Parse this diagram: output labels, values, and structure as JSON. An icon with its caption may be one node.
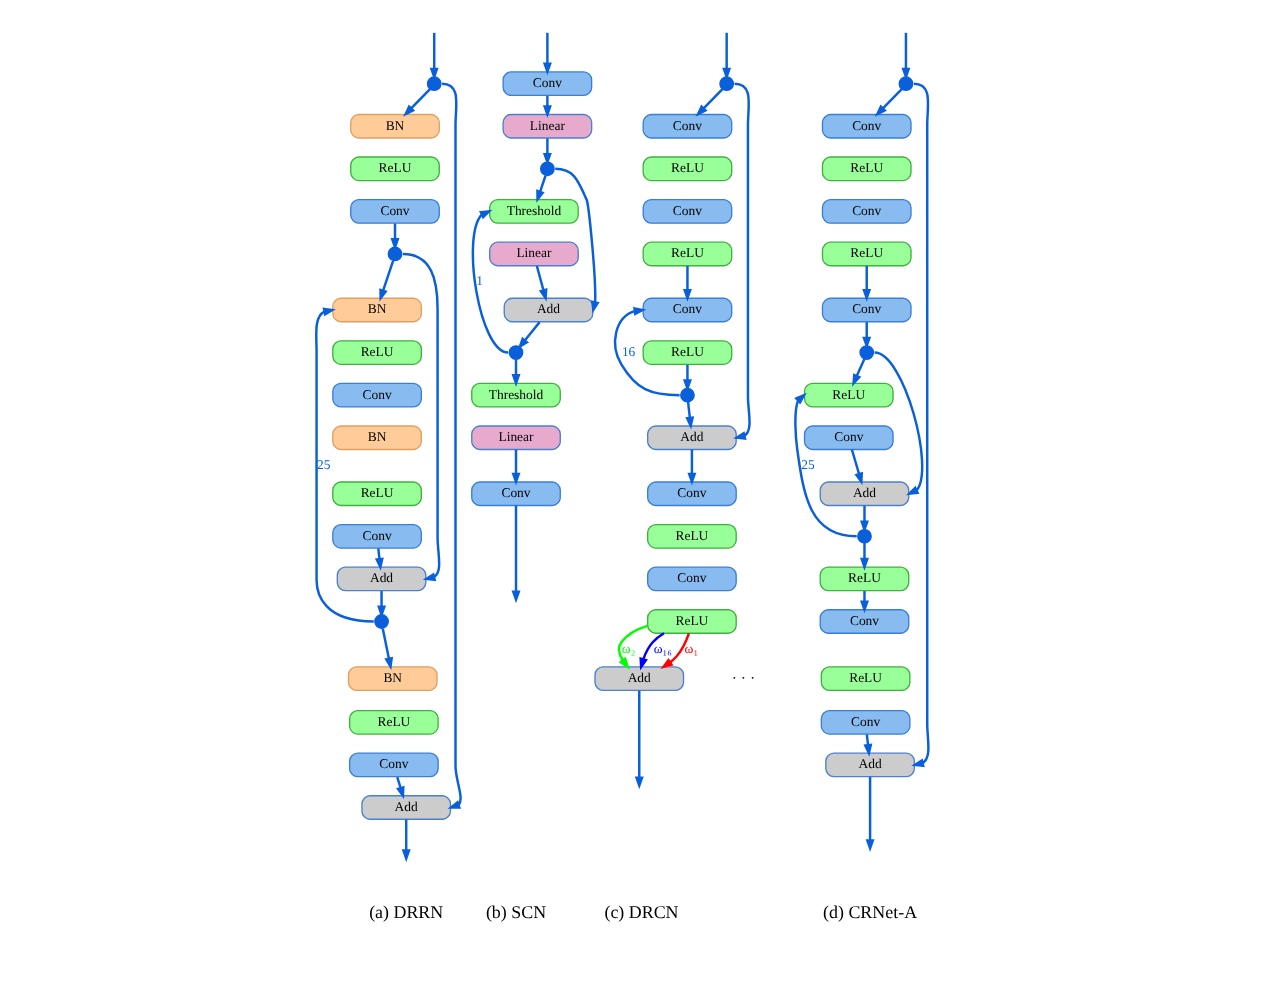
{
  "diagram": {
    "nodes": [
      {
        "text": [],
        "shape": "circle"
      },
      {
        "text": [
          "BN"
        ]
      },
      {
        "text": [
          "ReLU"
        ]
      },
      {
        "text": [
          "Conv"
        ]
      },
      {
        "text": [],
        "shape": "circle"
      },
      {
        "text": [
          "BN"
        ]
      },
      {
        "text": [
          "ReLU"
        ]
      },
      {
        "text": [
          "Conv"
        ]
      },
      {
        "text": [
          "BN"
        ]
      },
      {
        "text": [
          "ReLU"
        ]
      },
      {
        "text": [
          "Conv"
        ]
      },
      {
        "text": [
          "Add"
        ]
      },
      {
        "text": [],
        "shape": "circle"
      },
      {
        "text": [
          "BN"
        ]
      },
      {
        "text": [
          "ReLU"
        ]
      },
      {
        "text": [
          "Conv"
        ]
      },
      {
        "text": [
          "Add"
        ]
      },
      {
        "text": [
          "Conv"
        ]
      },
      {
        "text": [
          "Linear"
        ]
      },
      {
        "text": [],
        "shape": "circle"
      },
      {
        "text": [
          "Threshold"
        ]
      },
      {
        "text": [
          "Linear"
        ]
      },
      {
        "text": [
          "Add"
        ]
      },
      {
        "text": [],
        "shape": "circle"
      },
      {
        "text": [
          "Threshold"
        ]
      },
      {
        "text": [
          "Linear"
        ]
      },
      {
        "text": [
          "Conv"
        ]
      },
      {
        "text": [],
        "shape": "circle"
      },
      {
        "text": [
          "Conv"
        ]
      },
      {
        "text": [
          "ReLU"
        ]
      },
      {
        "text": [
          "Conv"
        ]
      },
      {
        "text": [
          "ReLU"
        ]
      },
      {
        "text": [
          "Conv"
        ]
      },
      {
        "text": [
          "ReLU"
        ]
      },
      {
        "text": [],
        "shape": "circle"
      },
      {
        "text": [
          "Add"
        ]
      },
      {
        "text": [
          "Conv"
        ]
      },
      {
        "text": [
          "ReLU"
        ]
      },
      {
        "text": [
          "Conv"
        ]
      },
      {
        "text": [
          "ReLU"
        ]
      },
      {
        "text": [
          "Add"
        ]
      },
      {
        "text": [],
        "shape": "circle"
      },
      {
        "text": [
          "Conv"
        ]
      },
      {
        "text": [
          "ReLU"
        ]
      },
      {
        "text": [
          "Conv"
        ]
      },
      {
        "text": [
          "ReLU"
        ]
      },
      {
        "text": [
          "Conv"
        ]
      },
      {
        "text": [],
        "shape": "circle"
      },
      {
        "text": [
          "ReLU"
        ]
      },
      {
        "text": [
          "Conv"
        ]
      },
      {
        "text": [
          "Add"
        ]
      },
      {
        "text": [],
        "shape": "circle"
      },
      {
        "text": [
          "ReLU"
        ]
      },
      {
        "text": [
          "Conv"
        ]
      },
      {
        "text": [
          "ReLU"
        ]
      },
      {
        "text": [
          "Conv"
        ]
      },
      {
        "text": [
          "Add"
        ]
      }
    ],
    "edges": [
      {
        "from": null,
        "to": 0,
        "arrow": "to"
      },
      {
        "from": 0,
        "to": 1,
        "arrow": "to"
      },
      {
        "from": 3,
        "to": 4,
        "arrow": "to"
      },
      {
        "from": 4,
        "to": 5,
        "arrow": "to"
      },
      {
        "from": 4,
        "to": 11,
        "arrow": "to"
      },
      {
        "from": 10,
        "to": 11,
        "arrow": "to"
      },
      {
        "from": 11,
        "to": 12,
        "arrow": "to"
      },
      {
        "from": 12,
        "to": 5,
        "arrow": "to",
        "label": "25"
      },
      {
        "from": 12,
        "to": 13,
        "arrow": "to"
      },
      {
        "from": 15,
        "to": 16,
        "arrow": "to"
      },
      {
        "from": 0,
        "to": 16,
        "arrow": "to"
      },
      {
        "from": 16,
        "to": null,
        "arrow": "to"
      },
      {
        "from": null,
        "to": 17,
        "arrow": "to"
      },
      {
        "from": 17,
        "to": 18,
        "arrow": "to"
      },
      {
        "from": 18,
        "to": 19,
        "arrow": "to"
      },
      {
        "from": 19,
        "to": 20,
        "arrow": "to"
      },
      {
        "from": 19,
        "to": 22,
        "arrow": "to"
      },
      {
        "from": 21,
        "to": 22,
        "arrow": "to"
      },
      {
        "from": 22,
        "to": 23,
        "arrow": "to"
      },
      {
        "from": 23,
        "to": 20,
        "arrow": "to",
        "label": "1"
      },
      {
        "from": 23,
        "to": 24,
        "arrow": "to"
      },
      {
        "from": 25,
        "to": 26,
        "arrow": "to"
      },
      {
        "from": 26,
        "to": null,
        "arrow": "to"
      },
      {
        "from": null,
        "to": 27,
        "arrow": "to"
      },
      {
        "from": 27,
        "to": 28,
        "arrow": "to"
      },
      {
        "from": 31,
        "to": 32,
        "arrow": "to"
      },
      {
        "from": 33,
        "to": 34,
        "arrow": "to"
      },
      {
        "from": 34,
        "to": 32,
        "arrow": "to",
        "label": "16"
      },
      {
        "from": 34,
        "to": 35,
        "arrow": "to"
      },
      {
        "from": 27,
        "to": 35,
        "arrow": "to"
      },
      {
        "from": 35,
        "to": 36,
        "arrow": "to"
      },
      {
        "from": 39,
        "to": 40,
        "arrow": "to",
        "label": "ω₁",
        "color": "#ff0000"
      },
      {
        "from": 39,
        "to": 40,
        "arrow": "to",
        "label": "ω₂",
        "color": "#00ff00"
      },
      {
        "from": 39,
        "to": 40,
        "arrow": "to",
        "label": "ω₁₆",
        "color": "#0000ff"
      },
      {
        "from": 40,
        "to": null,
        "arrow": "to"
      },
      {
        "from": null,
        "to": 41,
        "arrow": "to"
      },
      {
        "from": 41,
        "to": 42,
        "arrow": "to"
      },
      {
        "from": 45,
        "to": 46,
        "arrow": "to"
      },
      {
        "from": 46,
        "to": 47,
        "arrow": "to"
      },
      {
        "from": 47,
        "to": 48,
        "arrow": "to"
      },
      {
        "from": 47,
        "to": 50,
        "arrow": "to"
      },
      {
        "from": 49,
        "to": 50,
        "arrow": "to"
      },
      {
        "from": 50,
        "to": 51,
        "arrow": "to"
      },
      {
        "from": 51,
        "to": 48,
        "arrow": "to",
        "label": "25"
      },
      {
        "from": 51,
        "to": 52,
        "arrow": "to"
      },
      {
        "from": 52,
        "to": 53,
        "arrow": "to"
      },
      {
        "from": 55,
        "to": 56,
        "arrow": "to"
      },
      {
        "from": 41,
        "to": 56,
        "arrow": "to"
      },
      {
        "from": 56,
        "to": null,
        "arrow": "to"
      }
    ],
    "labels": [
      "(a) DRRN",
      "(b) SCN",
      "(c) DRCN",
      "(d) CRNet-A",
      "· · ·"
    ]
  }
}
